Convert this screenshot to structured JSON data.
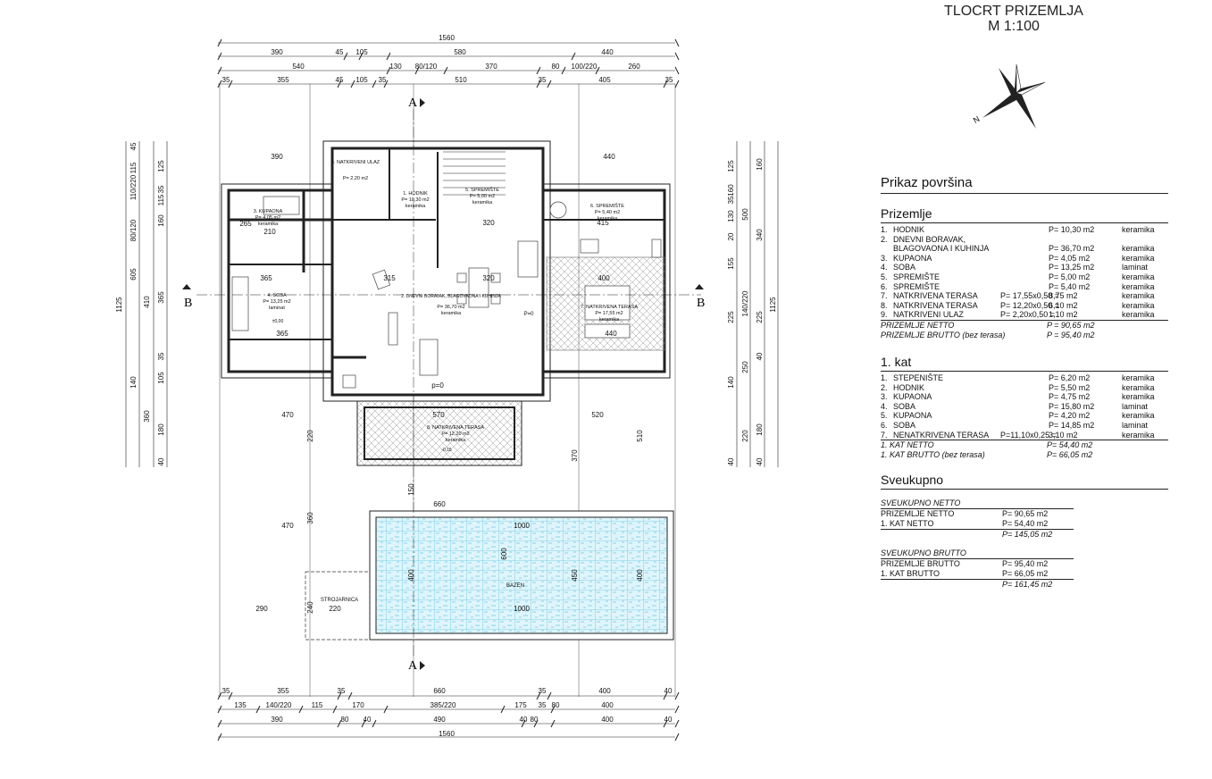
{
  "title": "TLOCRT PRIZEMLJA",
  "scale": "M 1:100",
  "section_labels": {
    "a": "A",
    "b": "B"
  },
  "compass": {
    "north_label": "N"
  },
  "dimensions": {
    "top": {
      "total": "1560",
      "row1": [
        "390",
        "45",
        "105",
        "580",
        "440"
      ],
      "row2": [
        "540",
        "130",
        "80/120",
        "370",
        "80",
        "100/220",
        "260"
      ],
      "row3": [
        "35",
        "355",
        "45",
        "105",
        "35",
        "510",
        "35",
        "405",
        "35"
      ]
    },
    "bottom": {
      "row1": [
        "35",
        "355",
        "35",
        "660",
        "35",
        "400",
        "40"
      ],
      "row2": [
        "135",
        "140/220",
        "115",
        "170",
        "385/220",
        "175",
        "35",
        "80",
        "400"
      ],
      "row3": [
        "390",
        "80",
        "40",
        "490",
        "40",
        "80",
        "400",
        "40"
      ],
      "total": "1560"
    },
    "left": {
      "total": "1125",
      "col2": [
        "115",
        "110/220",
        "80/120",
        "605",
        "410",
        "360"
      ],
      "col3": [
        "45",
        "125",
        "35",
        "115",
        "160",
        "365",
        "35",
        "140",
        "105",
        "180",
        "40"
      ]
    },
    "right": {
      "total": "1125",
      "col1": [
        "125",
        "160",
        "35",
        "130",
        "20",
        "155",
        "225",
        "250",
        "140",
        "220",
        "40"
      ],
      "col2": [
        "500",
        "140/220"
      ],
      "col3": [
        "160",
        "340",
        "225",
        "40",
        "180",
        "40"
      ]
    },
    "inner": [
      "390",
      "440",
      "265",
      "210",
      "320",
      "415",
      "365",
      "315",
      "320",
      "400",
      "365",
      "440",
      "470",
      "570",
      "520",
      "220",
      "150",
      "370",
      "510",
      "660",
      "1000",
      "600",
      "450",
      "400",
      "360",
      "470",
      "290",
      "240",
      "220"
    ]
  },
  "rooms": [
    {
      "id": "natkriveni-ulaz",
      "label": "9. NATKRIVENI ULAZ",
      "area": "P= 2,20 m2",
      "material": "keramika"
    },
    {
      "id": "hodnik",
      "label": "1. HODNIK",
      "area": "P= 10,30 m2",
      "material": "keramika"
    },
    {
      "id": "spremiste-5",
      "label": "5. SPREMIŠTE",
      "area": "P= 5,00 m2",
      "material": "keramika"
    },
    {
      "id": "spremiste-6",
      "label": "6. SPREMIŠTE",
      "area": "P= 5,40 m2",
      "material": "keramika"
    },
    {
      "id": "kupaona",
      "label": "3. KUPAONA",
      "area": "P= 4,05 m2",
      "material": "keramika"
    },
    {
      "id": "soba",
      "label": "4. SOBA",
      "area": "P= 13,25 m2",
      "material": "laminat"
    },
    {
      "id": "dnevni",
      "label": "2. DNEVNI BORAVAK, BLAGOVAONA I KUHINJA",
      "area": "P= 36,70 m2",
      "material": "keramika"
    },
    {
      "id": "terasa-7",
      "label": "7. NATKRIVENA TERASA",
      "area": "P= 17,55 m2",
      "material": "keramika"
    },
    {
      "id": "terasa-8",
      "label": "8. NATKRIVENA TERASA",
      "area": "P= 12,20 m2",
      "material": "keramika"
    }
  ],
  "levels": [
    "±0,00",
    "-0,15",
    "P=0",
    "p=0"
  ],
  "pool": {
    "label": "BAZEN",
    "length": "1000",
    "width": "400"
  },
  "strojarnica": {
    "label": "STROJARNICA"
  },
  "legend": {
    "heading": "Prikaz površina",
    "prizemlje": {
      "title": "Prizemlje",
      "items": [
        {
          "n": "1.",
          "name": "HODNIK",
          "calc": "",
          "area": "P= 10,30 m2",
          "mat": "keramika"
        },
        {
          "n": "2.",
          "name": "DNEVNI BORAVAK,",
          "calc": "",
          "area": "",
          "mat": ""
        },
        {
          "n": "",
          "name": "BLAGOVAONA I KUHINJA",
          "calc": "",
          "area": "P= 36,70 m2",
          "mat": "keramika"
        },
        {
          "n": "3.",
          "name": "KUPAONA",
          "calc": "",
          "area": "P= 4,05 m2",
          "mat": "keramika"
        },
        {
          "n": "4.",
          "name": "SOBA",
          "calc": "",
          "area": "P= 13,25 m2",
          "mat": "laminat"
        },
        {
          "n": "5.",
          "name": "SPREMIŠTE",
          "calc": "",
          "area": "P= 5,00 m2",
          "mat": "keramika"
        },
        {
          "n": "6.",
          "name": "SPREMIŠTE",
          "calc": "",
          "area": "P= 5,40 m2",
          "mat": "keramika"
        },
        {
          "n": "7.",
          "name": "NATKRIVENA TERASA",
          "calc": "P= 17,55x0,50 =",
          "area": "8,75 m2",
          "mat": "keramika"
        },
        {
          "n": "8.",
          "name": "NATKRIVENA TERASA",
          "calc": "P= 12,20x0,50 =",
          "area": "6,10 m2",
          "mat": "keramika"
        },
        {
          "n": "9.",
          "name": "NATKRIVENI ULAZ",
          "calc": "P= 2,20x0,50 =",
          "area": "1,10 m2",
          "mat": "keramika"
        }
      ],
      "netto_label": "PRIZEMLJE NETTO",
      "netto_value": "P = 90,65 m2",
      "brutto_label": "PRIZEMLJE BRUTTO (bez terasa)",
      "brutto_value": "P = 95,40 m2"
    },
    "kat": {
      "title": "1. kat",
      "items": [
        {
          "n": "1.",
          "name": "STEPENIŠTE",
          "calc": "",
          "area": "P= 6,20 m2",
          "mat": "keramika"
        },
        {
          "n": "2.",
          "name": "HODNIK",
          "calc": "",
          "area": "P= 5,50 m2",
          "mat": "keramika"
        },
        {
          "n": "3.",
          "name": "KUPAONA",
          "calc": "",
          "area": "P= 4,75 m2",
          "mat": "keramika"
        },
        {
          "n": "4.",
          "name": "SOBA",
          "calc": "",
          "area": "P= 15,80 m2",
          "mat": "laminat"
        },
        {
          "n": "5.",
          "name": "KUPAONA",
          "calc": "",
          "area": "P= 4,20 m2",
          "mat": "keramika"
        },
        {
          "n": "6.",
          "name": "SOBA",
          "calc": "",
          "area": "P= 14,85 m2",
          "mat": "laminat"
        },
        {
          "n": "7.",
          "name": "NENATKRIVENA TERASA",
          "calc": "P=11,10x0,25 =",
          "area": "3,10 m2",
          "mat": "keramika"
        }
      ],
      "netto_label": "1. KAT NETTO",
      "netto_value": "P= 54,40 m2",
      "brutto_label": "1. KAT BRUTTO (bez terasa)",
      "brutto_value": "P= 66,05 m2"
    },
    "sveukupno": {
      "title": "Sveukupno",
      "netto": {
        "heading": "SVEUKUPNO NETTO",
        "rows": [
          {
            "label": "PRIZEMLJE NETTO",
            "value": "P= 90,65 m2"
          },
          {
            "label": "1. KAT NETTO",
            "value": "P= 54,40 m2"
          }
        ],
        "total": "P= 145,05 m2"
      },
      "brutto": {
        "heading": "SVEUKUPNO BRUTTO",
        "rows": [
          {
            "label": "PRIZEMLJE BRUTTO",
            "value": "P= 95,40 m2"
          },
          {
            "label": "1. KAT BRUTTO",
            "value": "P= 66,05 m2"
          }
        ],
        "total": "P= 161,45 m2"
      }
    }
  }
}
